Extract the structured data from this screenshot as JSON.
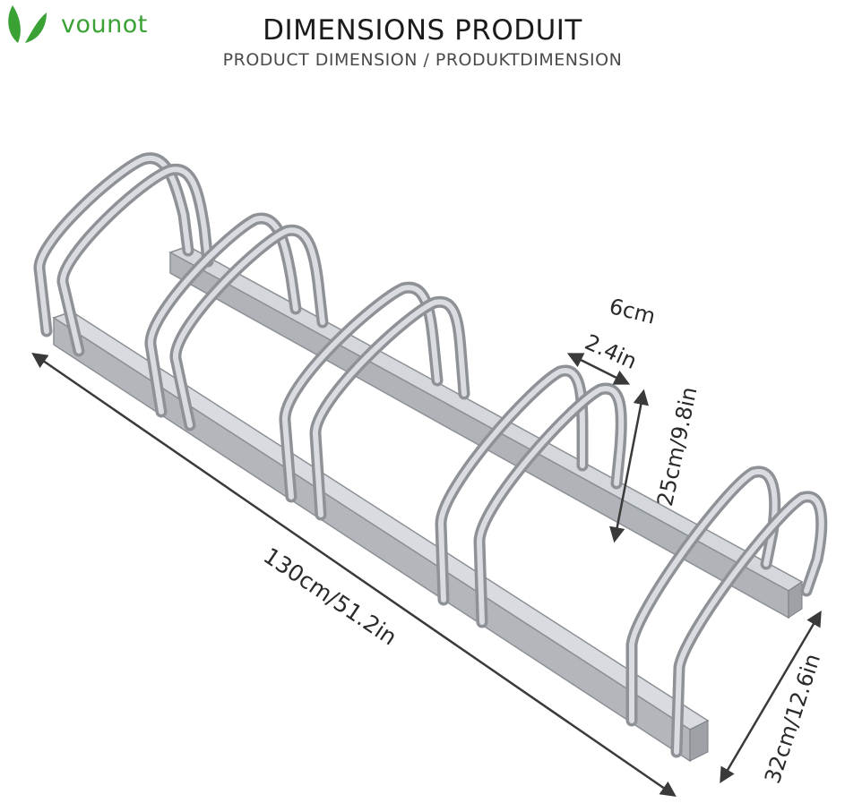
{
  "brand": {
    "name": "vounot",
    "logo_icon": "leaf-logo-icon",
    "color": "#3aa235"
  },
  "header": {
    "title": "DIMENSIONS PRODUIT",
    "subtitle": "PRODUCT DIMENSION / PRODUKTDIMENSION"
  },
  "dimensions": {
    "length": "130cm/51.2in",
    "width": "32cm/12.6in",
    "height": "25cm/9.8in",
    "gap_cm": "6cm",
    "gap_in": "2.4in"
  },
  "colors": {
    "metal": "#b9bcc0",
    "metal_dark": "#8c9095",
    "metal_light": "#e3e5e8",
    "arrow": "#3a3a3a"
  }
}
